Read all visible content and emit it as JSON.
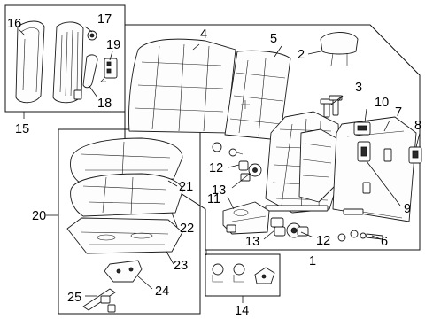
{
  "callouts": {
    "n1": "1",
    "n2": "2",
    "n3": "3",
    "n4": "4",
    "n5": "5",
    "n6": "6",
    "n7": "7",
    "n8": "8",
    "n9": "9",
    "n10": "10",
    "n11": "11",
    "n12a": "12",
    "n12b": "12",
    "n13a": "13",
    "n13b": "13",
    "n14": "14",
    "n15": "15",
    "n16": "16",
    "n17": "17",
    "n18": "18",
    "n19": "19",
    "n20": "20",
    "n21": "21",
    "n22": "22",
    "n23": "23",
    "n24": "24",
    "n25": "25"
  }
}
